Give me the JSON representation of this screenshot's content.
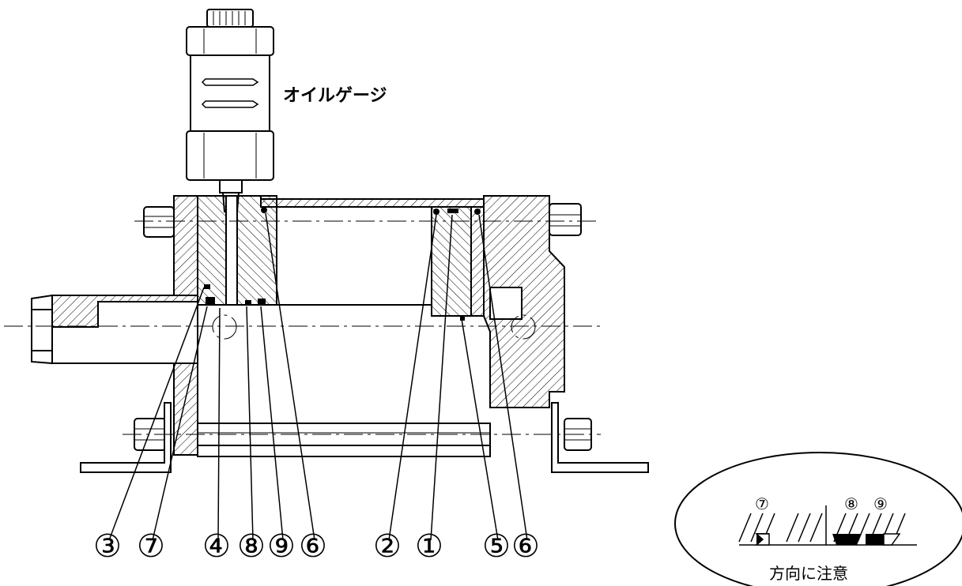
{
  "labels": {
    "oil_gauge": "オイルゲージ",
    "detail_caption": "方向に注意"
  },
  "part_numbers": {
    "n3": "③",
    "n7": "⑦",
    "n4": "④",
    "n8": "⑧",
    "n9": "⑨",
    "n6a": "⑥",
    "n2": "②",
    "n1": "①",
    "n5": "⑤",
    "n6b": "⑥"
  },
  "detail_numbers": {
    "d7": "⑦",
    "d8": "⑧",
    "d9": "⑨"
  }
}
